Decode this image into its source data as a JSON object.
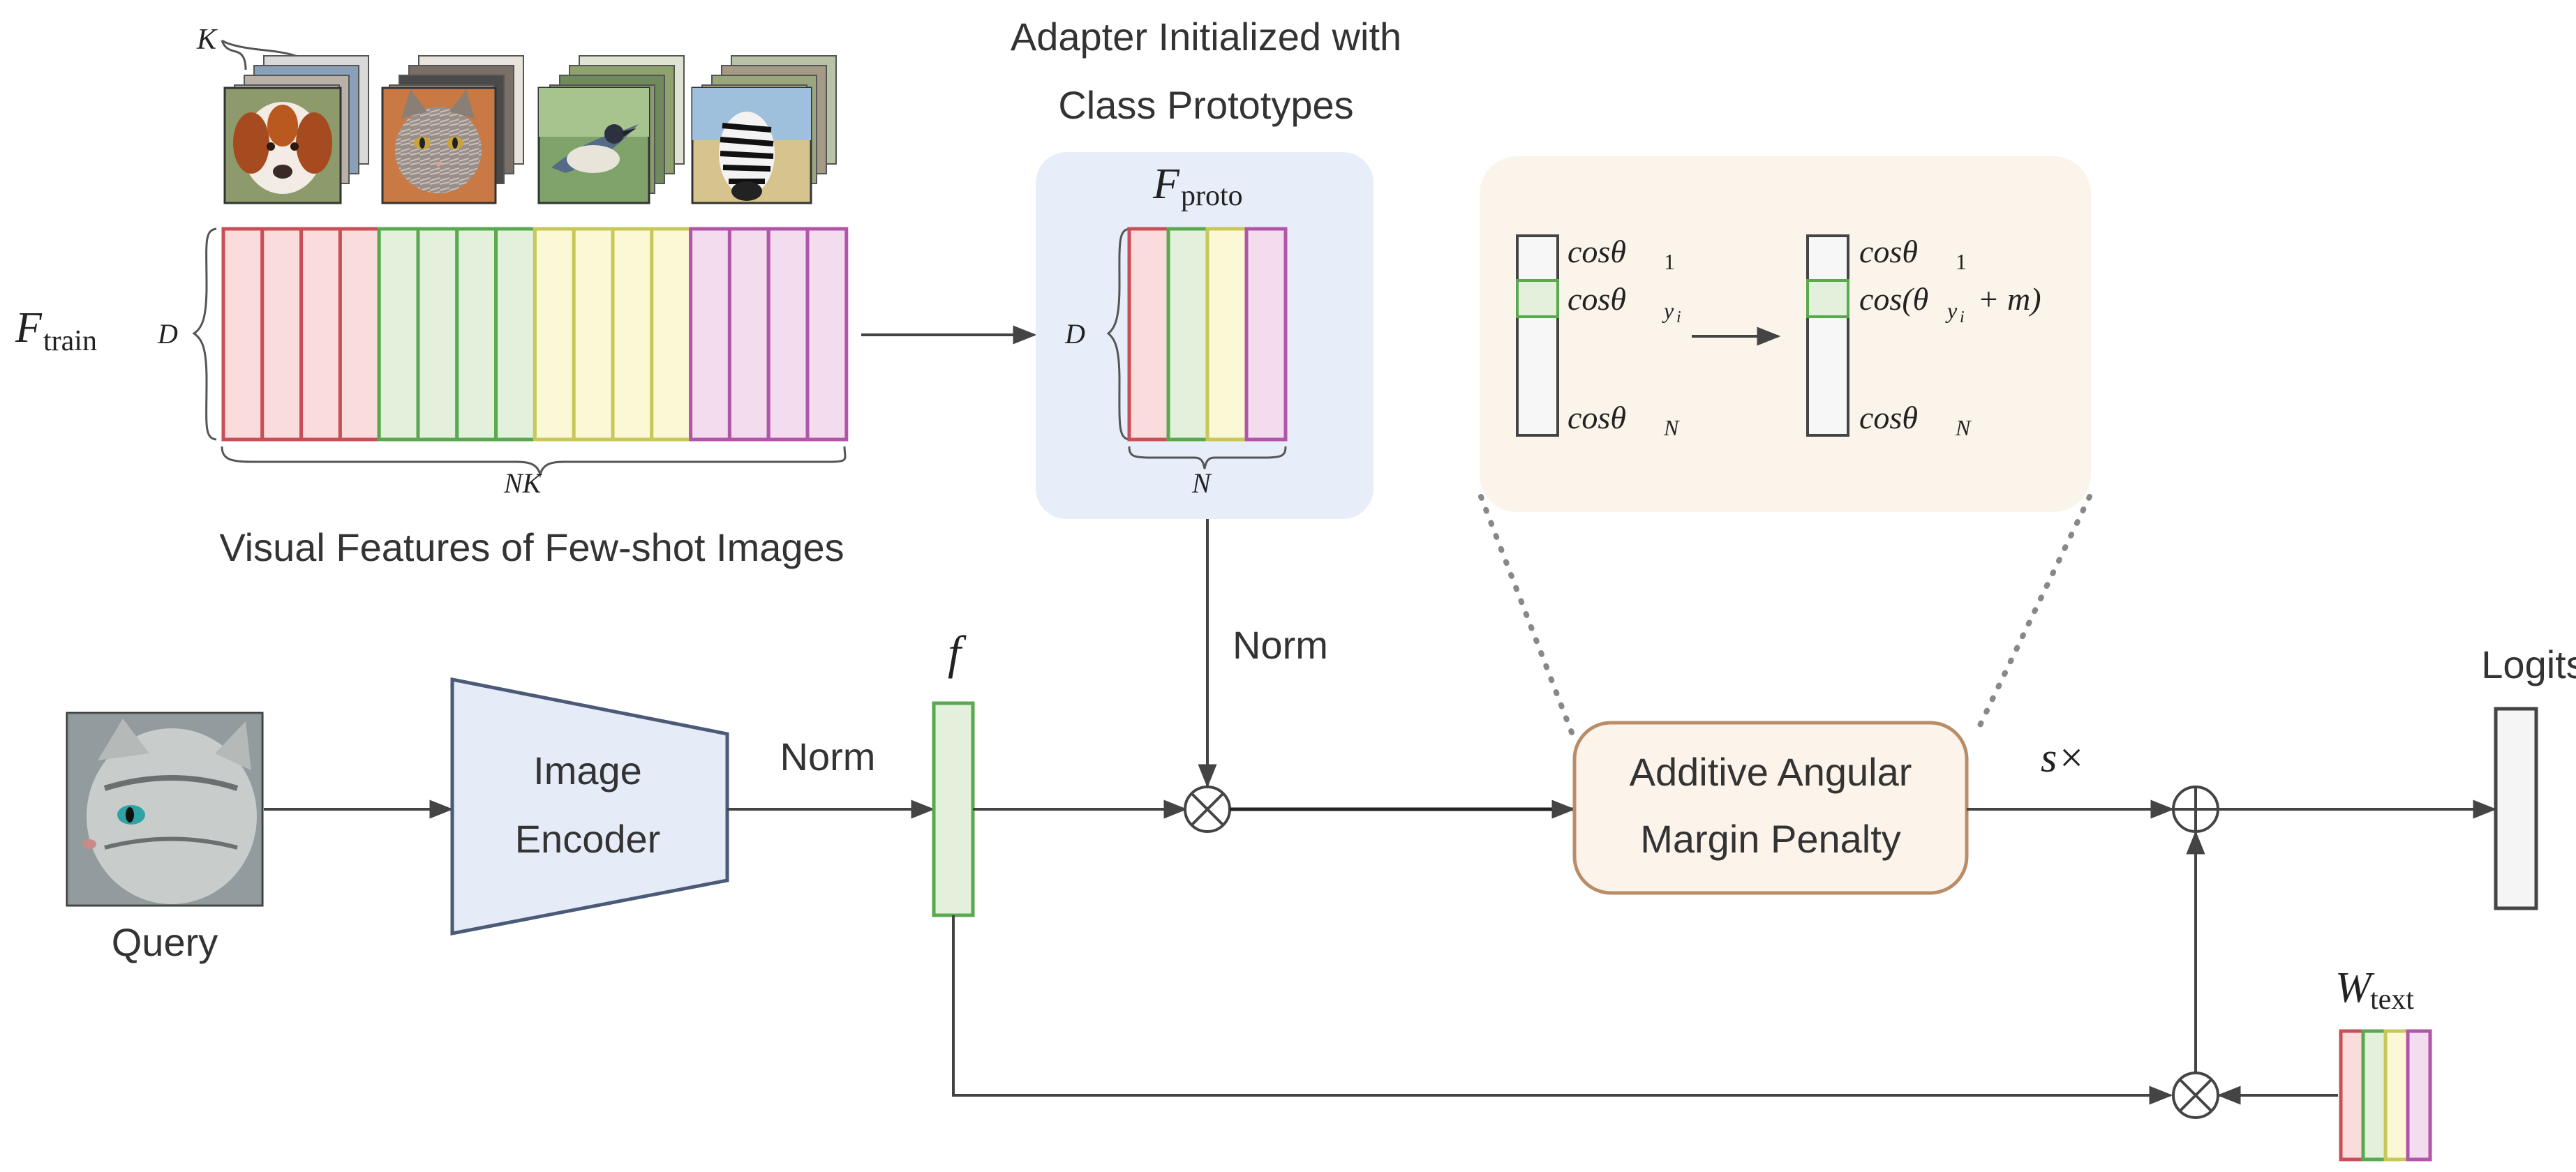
{
  "top": {
    "k_label": "K",
    "f_train_main": "F",
    "f_train_sub": "train",
    "d_label": "D",
    "nk_label": "NK",
    "caption": "Visual Features of Few-shot Images",
    "thumbnails": [
      "dog",
      "cat",
      "bird",
      "zebra"
    ]
  },
  "adapter": {
    "title_line1": "Adapter Initialized with",
    "title_line2": "Class Prototypes",
    "f_proto_main": "F",
    "f_proto_sub": "proto",
    "d_label": "D",
    "n_label": "N"
  },
  "margin_zoom": {
    "left_top": "cosθ",
    "left_top_sub": "1",
    "left_mid": "cosθ",
    "left_mid_sub": "y",
    "left_mid_subsub": "i",
    "left_bot": "cosθ",
    "left_bot_sub": "N",
    "right_top": "cosθ",
    "right_top_sub": "1",
    "right_mid_a": "cos(θ",
    "right_mid_sub": "y",
    "right_mid_subsub": "i",
    "right_mid_b": " + m)",
    "right_bot": "cosθ",
    "right_bot_sub": "N"
  },
  "pipeline": {
    "query_label": "Query",
    "encoder_line1": "Image",
    "encoder_line2": "Encoder",
    "norm_left": "Norm",
    "f_label": "f",
    "norm_top": "Norm",
    "aamp_line1": "Additive Angular",
    "aamp_line2": "Margin Penalty",
    "scale_label": "s×",
    "logits_label": "Logits",
    "w_text_main": "W",
    "w_text_sub": "text"
  },
  "colors": {
    "red": "#c94f57",
    "red_fill": "#fbdcdd",
    "green": "#5aa84f",
    "green_fill": "#e2f0dc",
    "yellow": "#c8c85a",
    "yellow_fill": "#fbf8d6",
    "purple": "#b155a9",
    "purple_fill": "#f4dcef",
    "adapter_bg": "#e8eef9",
    "zoom_bg": "#fbf4ea",
    "aamp_stroke": "#b88d68",
    "aamp_fill": "#fcf4ea",
    "encoder_fill": "#e5ecf7",
    "encoder_stroke": "#4b5a78",
    "line": "#444444"
  }
}
